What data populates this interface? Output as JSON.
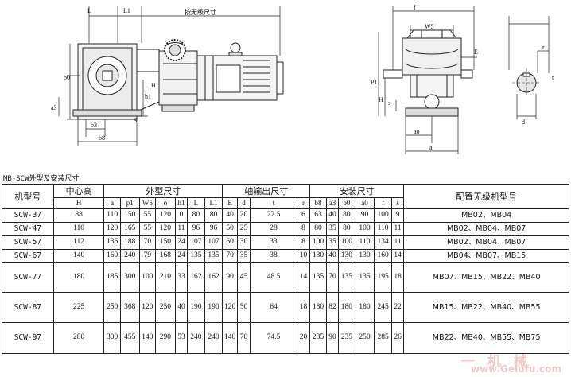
{
  "drawing": {
    "side_view_labels": {
      "L": "L",
      "L1": "L1",
      "overall": "按无级尺寸",
      "b0": "b0",
      "a3": "a3",
      "b3": "b3",
      "b8": "b8",
      "S": "S",
      "h1": "h1",
      "H": "H"
    },
    "front_view_labels": {
      "f": "f",
      "W5": "W5",
      "E": "E",
      "P1": "P1",
      "H": "H",
      "s": "s",
      "ao": "ao",
      "a": "a"
    },
    "shaft_labels": {
      "r": "r",
      "t": "t",
      "d": "d"
    }
  },
  "caption": "MB-SCW外型及安装尺寸",
  "table": {
    "group_headers": {
      "model": "机型号",
      "center_height": "中心高",
      "outline": "外型尺寸",
      "shaft": "轴输出尺寸",
      "install": "安装尺寸",
      "match": "配置无级机型号"
    },
    "sub_headers": [
      "H",
      "a",
      "p1",
      "W5",
      "o",
      "h1",
      "L",
      "L1",
      "E",
      "d",
      "t",
      "r",
      "b8",
      "a3",
      "b0",
      "a0",
      "f",
      "s"
    ],
    "rows": [
      {
        "model": "SCW-37",
        "cells": [
          "88",
          "110",
          "150",
          "55",
          "120",
          "0",
          "80",
          "80",
          "40",
          "20",
          "22.5",
          "6",
          "63",
          "40",
          "80",
          "90",
          "100",
          "9"
        ],
        "match": "MB02、MB04"
      },
      {
        "model": "SCW-47",
        "cells": [
          "110",
          "120",
          "165",
          "55",
          "120",
          "11",
          "96",
          "96",
          "50",
          "25",
          "28",
          "8",
          "80",
          "35",
          "80",
          "100",
          "110",
          "11"
        ],
        "match": "MB02、MB04、MB07"
      },
      {
        "model": "SCW-57",
        "cells": [
          "112",
          "136",
          "188",
          "70",
          "150",
          "24",
          "107",
          "107",
          "60",
          "30",
          "33",
          "8",
          "100",
          "35",
          "100",
          "110",
          "134",
          "11"
        ],
        "match": "MB02、MB04、MB07"
      },
      {
        "model": "SCW-67",
        "cells": [
          "140",
          "160",
          "240",
          "79",
          "168",
          "24",
          "135",
          "135",
          "70",
          "35",
          "38",
          "10",
          "130",
          "40",
          "130",
          "130",
          "160",
          "14"
        ],
        "match": "MB04、MB07、MB15"
      },
      {
        "model": "SCW-77",
        "cells": [
          "180",
          "185",
          "300",
          "100",
          "210",
          "33",
          "162",
          "162",
          "90",
          "45",
          "48.5",
          "14",
          "135",
          "70",
          "135",
          "135",
          "195",
          "18"
        ],
        "match": "MB07、MB15、MB22、MB40"
      },
      {
        "model": "SCW-87",
        "cells": [
          "225",
          "250",
          "368",
          "120",
          "250",
          "40",
          "190",
          "190",
          "120",
          "50",
          "64",
          "18",
          "180",
          "82",
          "180",
          "180",
          "245",
          "22"
        ],
        "match": "MB15、MB22、MB40、MB55"
      },
      {
        "model": "SCW-97",
        "cells": [
          "280",
          "300",
          "455",
          "140",
          "290",
          "53",
          "240",
          "240",
          "140",
          "70",
          "74.5",
          "20",
          "235",
          "90",
          "235",
          "250",
          "285",
          "26"
        ],
        "match": "MB22、MB40、MB55、MB75"
      }
    ]
  },
  "watermark": {
    "line1": "一 机 械",
    "line2": "www.Gelufu.com"
  }
}
